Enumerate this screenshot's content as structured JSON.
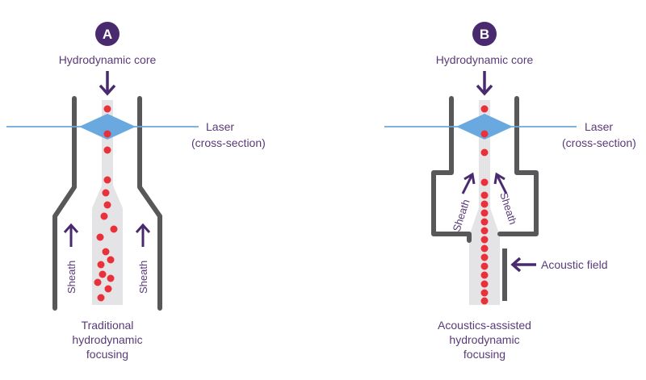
{
  "panel_a": {
    "badge": "A",
    "core_label": "Hydrodynamic core",
    "laser_label_line1": "Laser",
    "laser_label_line2": "(cross-section)",
    "sheath_left": "Sheath",
    "sheath_right": "Sheath",
    "caption_line1": "Traditional",
    "caption_line2": "hydrodynamic",
    "caption_line3": "focusing"
  },
  "panel_b": {
    "badge": "B",
    "core_label": "Hydrodynamic core",
    "laser_label_line1": "Laser",
    "laser_label_line2": "(cross-section)",
    "sheath_left": "Sheath",
    "sheath_right": "Sheath",
    "acoustic_label": "Acoustic field",
    "caption_line1": "Acoustics-assisted",
    "caption_line2": "hydrodynamic",
    "caption_line3": "focusing"
  },
  "colors": {
    "badge": "#4a2a6e",
    "text": "#5a3a78",
    "arrow": "#4a2a6e",
    "wall": "#58585a",
    "stream": "#e4e4e6",
    "particle": "#e8313a",
    "laser_line": "#6aa8dc",
    "laser_diamond": "#6aa8e0"
  }
}
